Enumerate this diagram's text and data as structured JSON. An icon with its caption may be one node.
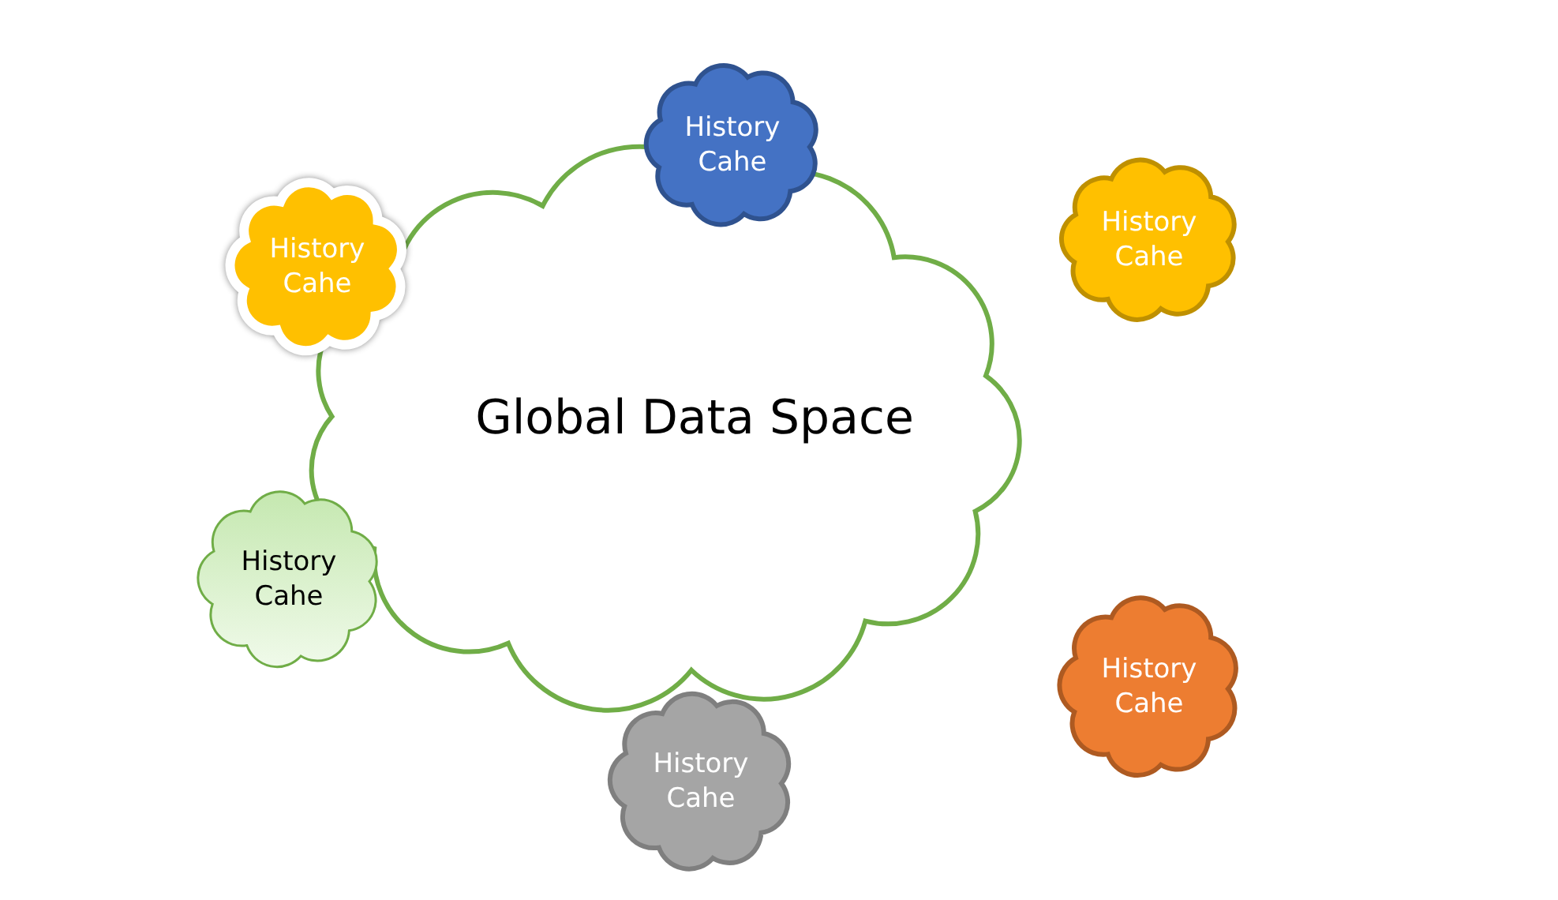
{
  "diagram": {
    "nodes": [
      {
        "text": [
          "Global Data Space"
        ]
      },
      {
        "text": [
          "History Cahe"
        ]
      },
      {
        "text": [
          "History Cahe"
        ]
      },
      {
        "text": [
          "History Cahe"
        ]
      },
      {
        "text": [
          "History Cahe"
        ]
      },
      {
        "text": [
          "History Cahe"
        ]
      },
      {
        "text": [
          "History Cahe"
        ]
      }
    ]
  }
}
